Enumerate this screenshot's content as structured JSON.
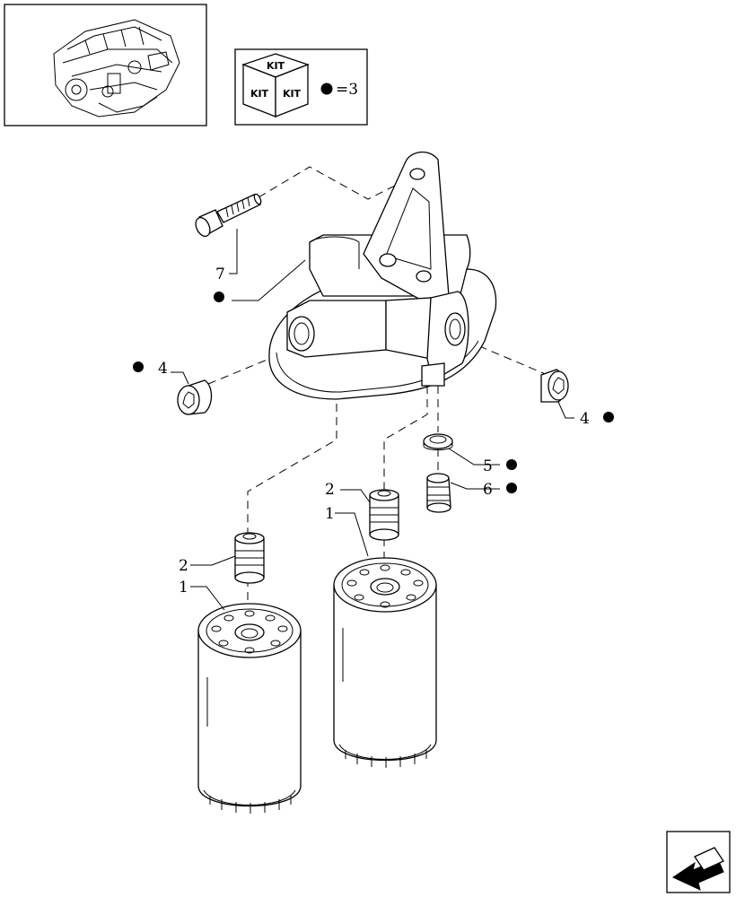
{
  "kit_legend": {
    "kit_face_labels": [
      "KIT",
      "KIT",
      "KIT"
    ],
    "equation": "=3"
  },
  "callouts": [
    {
      "id": "callout-7",
      "number": "7",
      "kit_marker": false
    },
    {
      "id": "callout-body",
      "number": "",
      "kit_marker": true
    },
    {
      "id": "callout-4-left",
      "number": "4",
      "kit_marker": true
    },
    {
      "id": "callout-4-right",
      "number": "4",
      "kit_marker": true
    },
    {
      "id": "callout-5",
      "number": "5",
      "kit_marker": true
    },
    {
      "id": "callout-6",
      "number": "6",
      "kit_marker": true
    },
    {
      "id": "callout-2-right",
      "number": "2",
      "kit_marker": false
    },
    {
      "id": "callout-1-right",
      "number": "1",
      "kit_marker": false
    },
    {
      "id": "callout-2-left",
      "number": "2",
      "kit_marker": false
    },
    {
      "id": "callout-1-left",
      "number": "1",
      "kit_marker": false
    }
  ],
  "colors": {
    "ink": "#000000",
    "paper": "#ffffff"
  },
  "icons": [
    "engine-thumbnail-icon",
    "kit-box-icon",
    "kit-dot-icon",
    "next-page-arrow-icon"
  ]
}
